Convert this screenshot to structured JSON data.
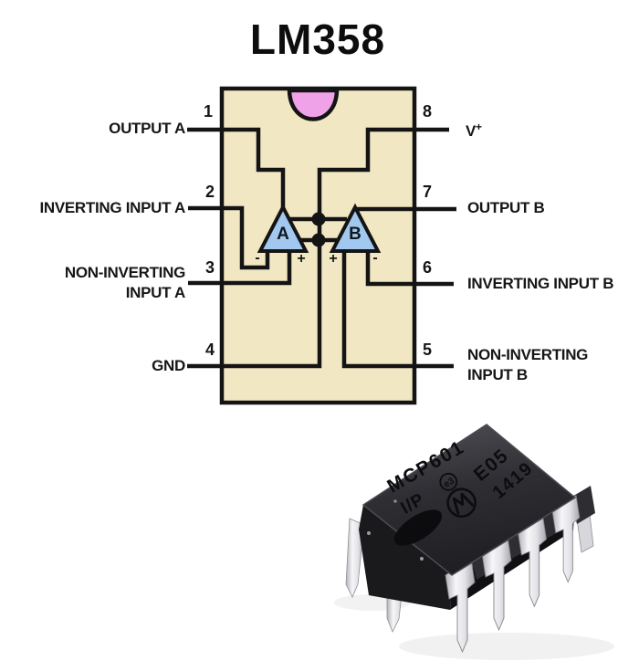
{
  "title": "LM358",
  "diagram": {
    "left_pins": [
      {
        "number": "1",
        "label": "OUTPUT A"
      },
      {
        "number": "2",
        "label": "INVERTING INPUT A"
      },
      {
        "number": "3",
        "line1": "NON-INVERTING",
        "line2": "INPUT A"
      },
      {
        "number": "4",
        "label": "GND"
      }
    ],
    "right_pins": [
      {
        "number": "8",
        "label": "V",
        "sup": "+"
      },
      {
        "number": "7",
        "label": "OUTPUT B"
      },
      {
        "number": "6",
        "label": "INVERTING INPUT B"
      },
      {
        "number": "5",
        "line1": "NON-INVERTING",
        "line2": "INPUT B"
      }
    ],
    "opamps": [
      {
        "name": "A",
        "inverting_sign": "-",
        "non_inverting_sign": "+"
      },
      {
        "name": "B",
        "inverting_sign": "-",
        "non_inverting_sign": "+"
      }
    ],
    "colors": {
      "ic_body": "#F2E7C3",
      "notch_pink": "#F0A2E9",
      "opamp_blue": "#A2C8EF",
      "line_black": "#141414"
    }
  },
  "photo": {
    "chip": {
      "marking_line1": "MCP601",
      "marking_line2": "I/P",
      "rohs_mark": "e3",
      "code": "E05",
      "date_code": "1419",
      "logo": "microchip-logo"
    },
    "colors": {
      "package_black": "#2B2B2F",
      "pin_silver": "#ECECF0"
    }
  }
}
